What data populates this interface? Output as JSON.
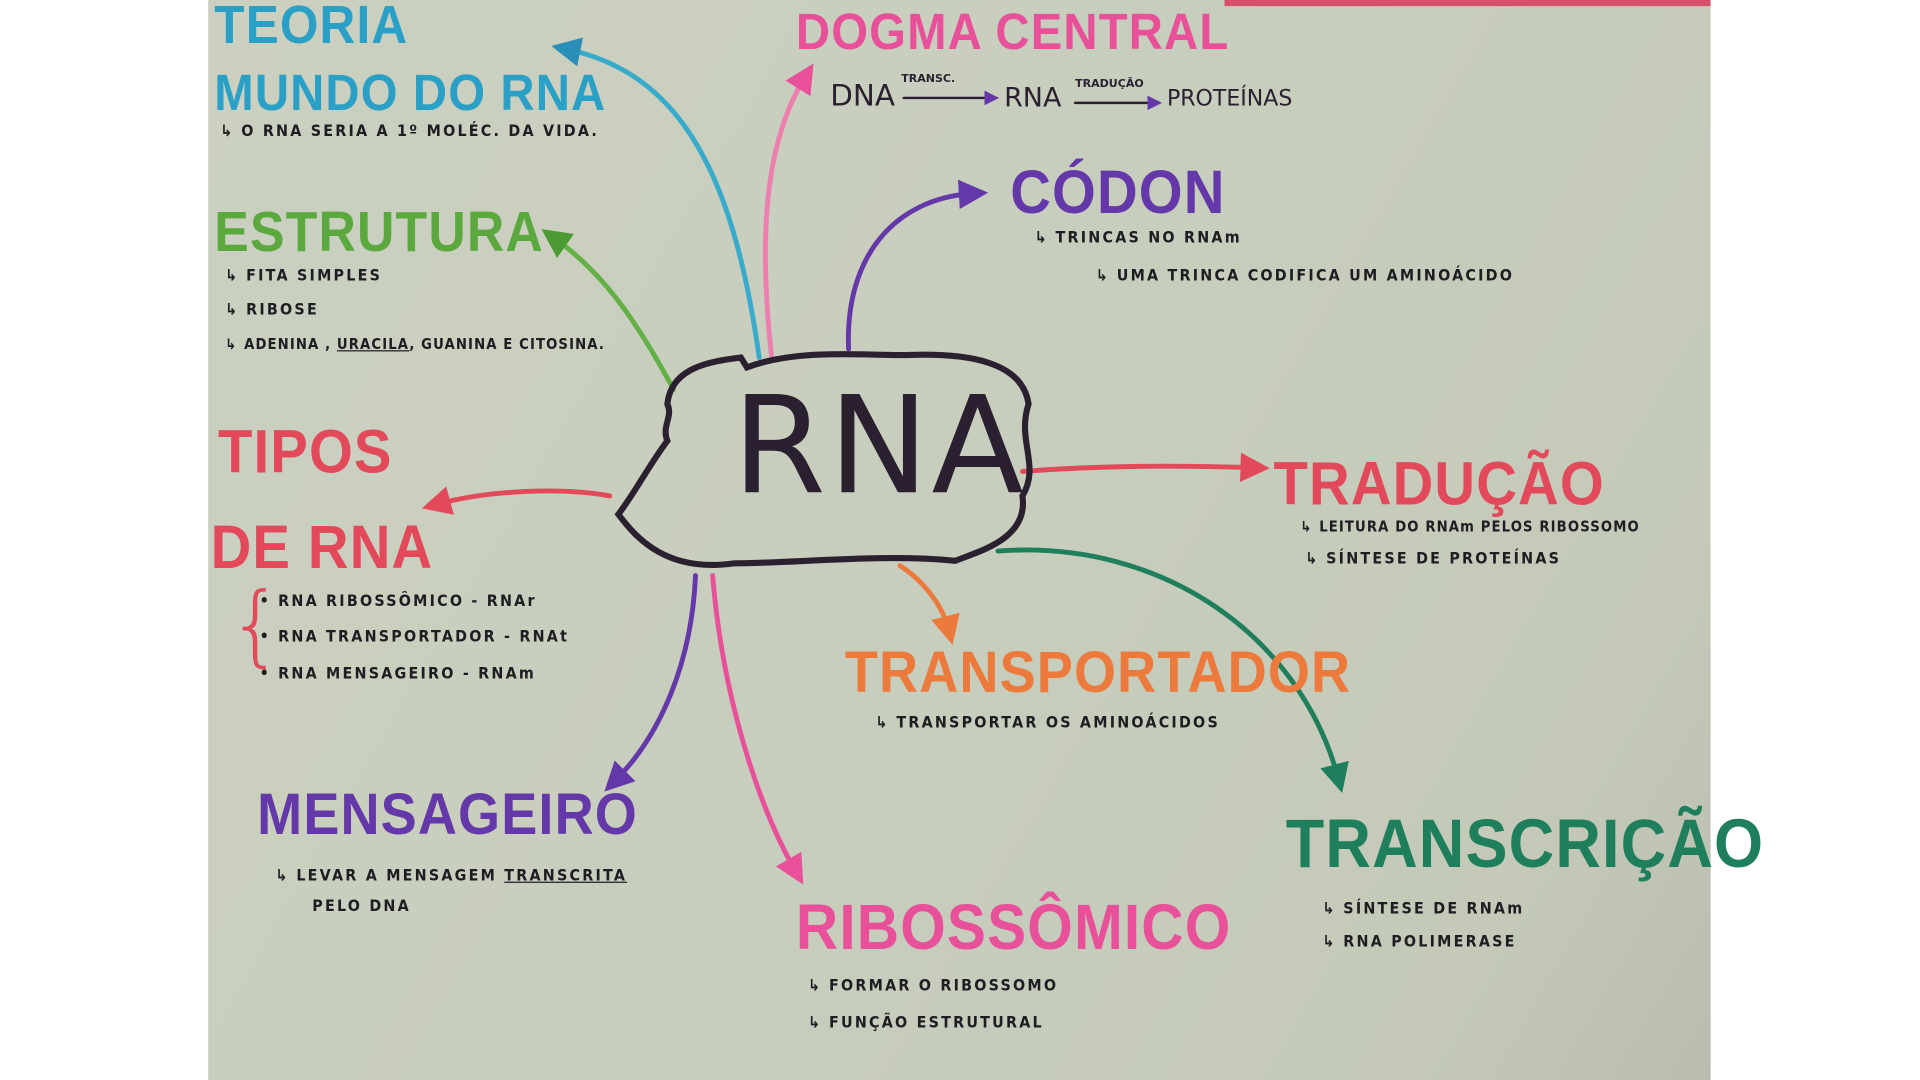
{
  "colors": {
    "cyan": "#2aa0c6",
    "pink": "#e8509a",
    "purple": "#6438a8",
    "green": "#5aa83e",
    "red": "#e24a5c",
    "orange": "#ec7a3c",
    "teal": "#1f7f5c",
    "ink": "#2a2030"
  },
  "center": {
    "label": "RNA"
  },
  "teoria": {
    "title1": "TEORIA",
    "title2": "MUNDO DO RNA",
    "notes": [
      "O RNA SERIA A 1º MOLÉC. DA VIDA."
    ]
  },
  "estrutura": {
    "title": "ESTRUTURA",
    "notes": [
      "FITA SIMPLES",
      "RIBOSE"
    ],
    "bases": {
      "a": "ADENINA ,",
      "u": "URACILA",
      "rest": ", GUANINA E CITOSINA."
    }
  },
  "tipos": {
    "title1": "TIPOS",
    "title2": "DE RNA",
    "brace": "{",
    "items": [
      "• RNA RIBOSSÔMICO - RNAr",
      "• RNA TRANSPORTADOR - RNAt",
      "• RNA MENSAGEIRO - RNAm"
    ]
  },
  "mensageiro": {
    "title": "MENSAGEIRO",
    "note_a": "LEVAR A MENSAGEM",
    "note_u": "TRANSCRITA",
    "note2": "PELO DNA"
  },
  "ribossomico": {
    "title": "RIBOSSÔMICO",
    "notes": [
      "FORMAR O RIBOSSOMO",
      "FUNÇÃO ESTRUTURAL"
    ]
  },
  "transportador": {
    "title": "TRANSPORTADOR",
    "notes": [
      "TRANSPORTAR OS AMINOÁCIDOS"
    ]
  },
  "transcricao": {
    "title": "TRANSCRIÇÃO",
    "notes": [
      "SÍNTESE DE RNAm",
      "RNA POLIMERASE"
    ]
  },
  "traducao": {
    "title": "TRADUÇÃO",
    "notes": [
      "LEITURA DO RNAm PELOS RIBOSSOMO",
      "SÍNTESE DE PROTEÍNAS"
    ]
  },
  "codon": {
    "title": "CÓDON",
    "notes": [
      "TRINCAS NO RNAm",
      "UMA TRINCA CODIFICA UM AMINOÁCIDO"
    ]
  },
  "dogma": {
    "title": "DOGMA CENTRAL",
    "dna": "DNA",
    "step1": "TRANSC.",
    "rna": "RNA",
    "step2": "TRADUÇÃO",
    "prot": "PROTEÍNAS"
  },
  "arrow_glyph": "↳"
}
